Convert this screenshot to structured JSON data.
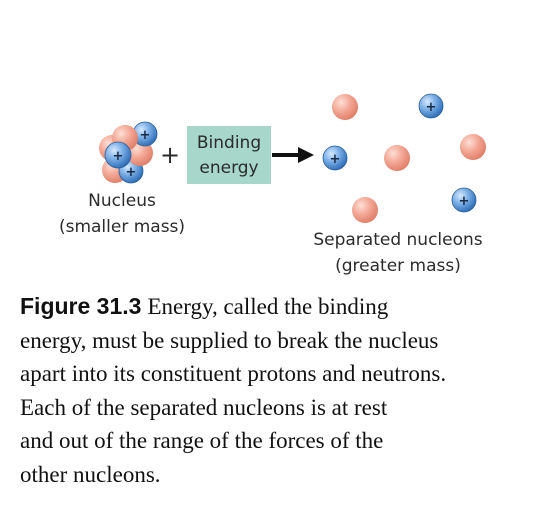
{
  "colors": {
    "proton_blue": "#4f8fd6",
    "neutron_pink": "#f2a08c",
    "box_fill": "#a7d6cb",
    "arrow": "#111111"
  },
  "diagram": {
    "operator_plus": "+",
    "proton_sign": "+",
    "binding_box": {
      "line1": "Binding",
      "line2": "energy"
    },
    "nucleus_label": {
      "line1": "Nucleus",
      "line2": "(smaller mass)"
    },
    "separated_label": {
      "line1": "Separated nucleons",
      "line2": "(greater mass)"
    }
  },
  "caption": {
    "figure_number": "Figure 31.3",
    "lines": [
      "Energy, called the binding",
      "energy, must be supplied to break the nucleus",
      "apart into its constituent protons and neutrons.",
      "Each of the separated nucleons is at rest",
      "and out of the range of the forces of the",
      "other nucleons."
    ]
  }
}
